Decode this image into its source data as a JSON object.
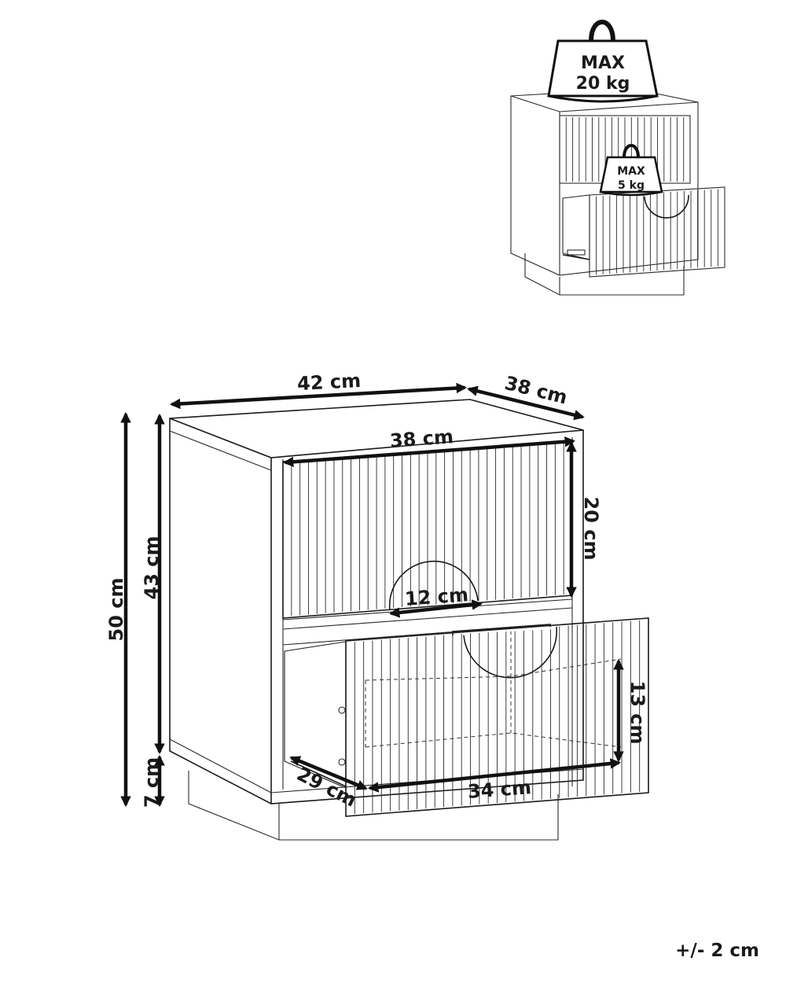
{
  "weight_limits": {
    "top": {
      "line1": "MAX",
      "line2": "20 kg"
    },
    "drawer": {
      "line1": "MAX",
      "line2": "5 kg"
    }
  },
  "dimensions": {
    "width": "42 cm",
    "depth": "38 cm",
    "drawer_width": "38 cm",
    "drawer_height": "20 cm",
    "handle_width": "12 cm",
    "total_height": "50 cm",
    "body_height": "43 cm",
    "base_height": "7 cm",
    "drawer_inner_depth": "29 cm",
    "drawer_inner_width": "34 cm",
    "drawer_inner_height": "13 cm"
  },
  "tolerance": "+/- 2 cm"
}
